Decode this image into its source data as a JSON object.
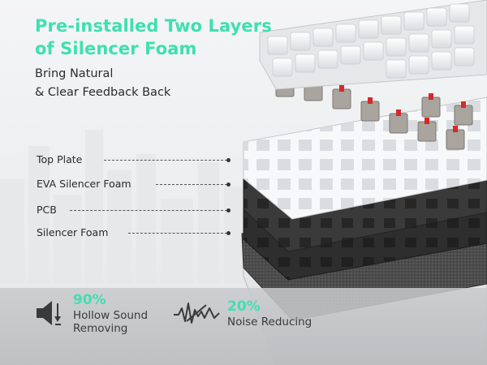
{
  "headline": {
    "line1": "Pre-installed Two Layers",
    "line2": "of Silencer Foam",
    "color": "#3ee0b0"
  },
  "subline": {
    "line1": "Bring Natural",
    "line2": "& Clear Feedback Back"
  },
  "layers": [
    {
      "label": "Top Plate"
    },
    {
      "label": "EVA Silencer Foam"
    },
    {
      "label": "PCB"
    },
    {
      "label": "Silencer Foam"
    }
  ],
  "stats": [
    {
      "percent": "90%",
      "label_line1": "Hollow Sound",
      "label_line2": "Removing",
      "icon": "speaker-mute-icon"
    },
    {
      "percent": "20%",
      "label_line1": "Noise Reducing",
      "label_line2": "",
      "icon": "sound-wave-icon"
    }
  ],
  "colors": {
    "accent": "#3ee0b0",
    "switch_stem": "#d62828",
    "pcb": "#2e2e2e",
    "foam": "#4a4a4a"
  }
}
